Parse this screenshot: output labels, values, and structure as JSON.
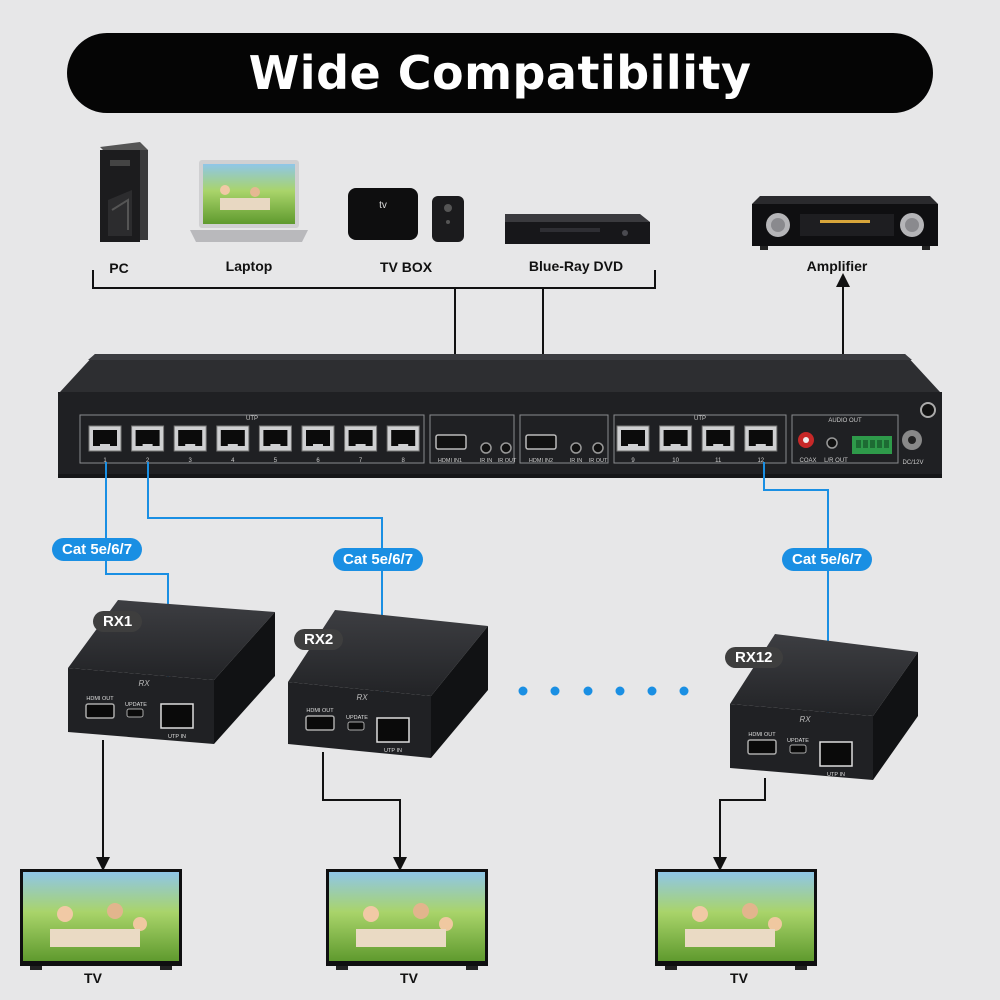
{
  "title": "Wide Compatibility",
  "sources": [
    {
      "label": "PC",
      "icon": "pc-tower-icon"
    },
    {
      "label": "Laptop",
      "icon": "laptop-icon"
    },
    {
      "label": "TV BOX",
      "icon": "tv-box-icon"
    },
    {
      "label": "Blue-Ray DVD",
      "icon": "dvd-player-icon"
    }
  ],
  "amplifier": {
    "label": "Amplifier",
    "icon": "amplifier-icon"
  },
  "switch": {
    "utp_label": "UTP",
    "audio_out_label": "AUDIO OUT",
    "ports_left": [
      "1",
      "2",
      "3",
      "4",
      "5",
      "6",
      "7",
      "8"
    ],
    "ports_right": [
      "9",
      "10",
      "11",
      "12"
    ],
    "hdmi1_label": "HDMI IN1",
    "hdmi2_label": "HDMI IN2",
    "ir_in_label": "IR IN",
    "ir_out_label": "IR OUT",
    "coax_label": "COAX",
    "lr_out_label": "L/R OUT",
    "dc_label": "DC/12V"
  },
  "cable_label": "Cat 5e/6/7",
  "receivers": [
    {
      "label": "RX1"
    },
    {
      "label": "RX2"
    },
    {
      "label": "RX12"
    }
  ],
  "receiver_ports": {
    "brand": "RX",
    "hdmi_out": "HDMI OUT",
    "update": "UPDATE",
    "utp_in": "UTP IN"
  },
  "tv_label": "TV",
  "colors": {
    "background": "#e7e7e8",
    "title_bg": "#050505",
    "cable_blue": "#1a8fe3",
    "device_dark": "#2b2c2f"
  }
}
